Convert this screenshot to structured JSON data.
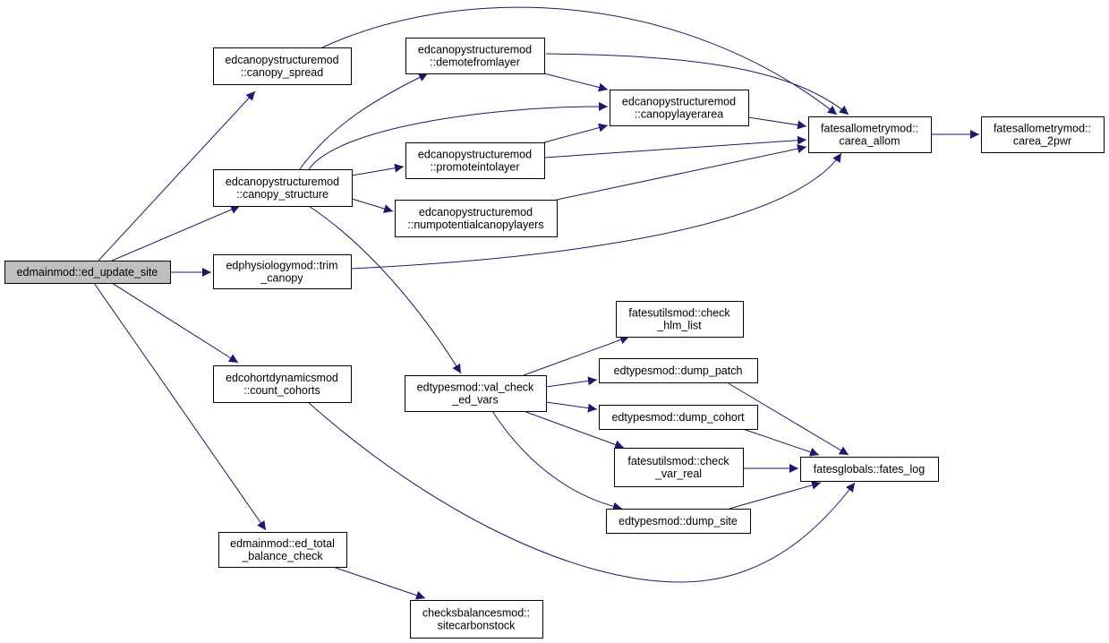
{
  "graph": {
    "nodes": [
      {
        "id": "ed_update_site",
        "lines": [
          "edmainmod::ed_update_site"
        ],
        "root": true
      },
      {
        "id": "canopy_spread",
        "lines": [
          "edcanopystructuremod",
          "::canopy_spread"
        ]
      },
      {
        "id": "canopy_structure",
        "lines": [
          "edcanopystructuremod",
          "::canopy_structure"
        ]
      },
      {
        "id": "trim_canopy",
        "lines": [
          "edphysiologymod::trim",
          "_canopy"
        ]
      },
      {
        "id": "count_cohorts",
        "lines": [
          "edcohortdynamicsmod",
          "::count_cohorts"
        ]
      },
      {
        "id": "ed_total_balance_check",
        "lines": [
          "edmainmod::ed_total",
          "_balance_check"
        ]
      },
      {
        "id": "demotefromlayer",
        "lines": [
          "edcanopystructuremod",
          "::demotefromlayer"
        ]
      },
      {
        "id": "promoteintolayer",
        "lines": [
          "edcanopystructuremod",
          "::promoteintolayer"
        ]
      },
      {
        "id": "numpotentialcanopylayers",
        "lines": [
          "edcanopystructuremod",
          "::numpotentialcanopylayers"
        ]
      },
      {
        "id": "canopylayerarea",
        "lines": [
          "edcanopystructuremod",
          "::canopylayerarea"
        ]
      },
      {
        "id": "carea_allom",
        "lines": [
          "fatesallometrymod::",
          "carea_allom"
        ]
      },
      {
        "id": "carea_2pwr",
        "lines": [
          "fatesallometrymod::",
          "carea_2pwr"
        ]
      },
      {
        "id": "val_check_ed_vars",
        "lines": [
          "edtypesmod::val_check",
          "_ed_vars"
        ]
      },
      {
        "id": "check_hlm_list",
        "lines": [
          "fatesutilsmod::check",
          "_hlm_list"
        ]
      },
      {
        "id": "dump_patch",
        "lines": [
          "edtypesmod::dump_patch"
        ]
      },
      {
        "id": "dump_cohort",
        "lines": [
          "edtypesmod::dump_cohort"
        ]
      },
      {
        "id": "check_var_real",
        "lines": [
          "fatesutilsmod::check",
          "_var_real"
        ]
      },
      {
        "id": "dump_site",
        "lines": [
          "edtypesmod::dump_site"
        ]
      },
      {
        "id": "fates_log",
        "lines": [
          "fatesglobals::fates_log"
        ]
      },
      {
        "id": "sitecarbonstock",
        "lines": [
          "checksbalancesmod::",
          "sitecarbonstock"
        ]
      }
    ],
    "edges": [
      {
        "from": "ed_update_site",
        "to": "canopy_spread"
      },
      {
        "from": "ed_update_site",
        "to": "canopy_structure"
      },
      {
        "from": "ed_update_site",
        "to": "trim_canopy"
      },
      {
        "from": "ed_update_site",
        "to": "count_cohorts"
      },
      {
        "from": "ed_update_site",
        "to": "ed_total_balance_check"
      },
      {
        "from": "canopy_spread",
        "to": "carea_allom"
      },
      {
        "from": "canopy_structure",
        "to": "demotefromlayer"
      },
      {
        "from": "canopy_structure",
        "to": "canopylayerarea"
      },
      {
        "from": "canopy_structure",
        "to": "promoteintolayer"
      },
      {
        "from": "canopy_structure",
        "to": "numpotentialcanopylayers"
      },
      {
        "from": "canopy_structure",
        "to": "val_check_ed_vars"
      },
      {
        "from": "demotefromlayer",
        "to": "canopylayerarea"
      },
      {
        "from": "demotefromlayer",
        "to": "carea_allom"
      },
      {
        "from": "canopylayerarea",
        "to": "carea_allom"
      },
      {
        "from": "promoteintolayer",
        "to": "canopylayerarea"
      },
      {
        "from": "promoteintolayer",
        "to": "carea_allom"
      },
      {
        "from": "numpotentialcanopylayers",
        "to": "carea_allom"
      },
      {
        "from": "trim_canopy",
        "to": "carea_allom"
      },
      {
        "from": "carea_allom",
        "to": "carea_2pwr"
      },
      {
        "from": "count_cohorts",
        "to": "fates_log"
      },
      {
        "from": "val_check_ed_vars",
        "to": "check_hlm_list"
      },
      {
        "from": "val_check_ed_vars",
        "to": "dump_patch"
      },
      {
        "from": "val_check_ed_vars",
        "to": "dump_cohort"
      },
      {
        "from": "val_check_ed_vars",
        "to": "check_var_real"
      },
      {
        "from": "val_check_ed_vars",
        "to": "dump_site"
      },
      {
        "from": "dump_patch",
        "to": "fates_log"
      },
      {
        "from": "dump_cohort",
        "to": "fates_log"
      },
      {
        "from": "check_var_real",
        "to": "fates_log"
      },
      {
        "from": "dump_site",
        "to": "fates_log"
      },
      {
        "from": "ed_total_balance_check",
        "to": "sitecarbonstock"
      }
    ]
  },
  "colors": {
    "edge": "#191970",
    "node_border": "#000000",
    "node_fill": "#ffffff",
    "root_fill": "#bfbfbf"
  }
}
